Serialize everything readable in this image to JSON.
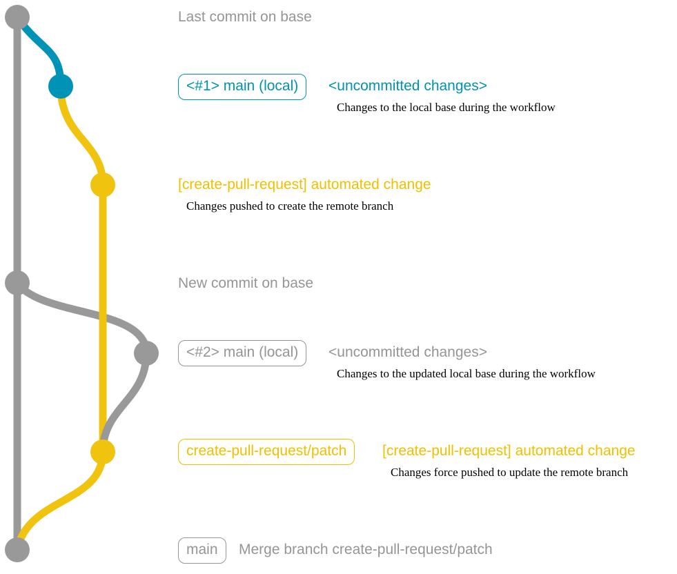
{
  "colors": {
    "base": "#999999",
    "local": "#0093b8",
    "pr_branch": "#f0c30f",
    "text_gray": "#959595",
    "text_blue": "#0092b3",
    "text_yellow": "#f0c000"
  },
  "commits": [
    {
      "id": "c1",
      "message": "Last commit on base",
      "color": "gray"
    },
    {
      "id": "c2",
      "tag": "<#1> main (local)",
      "message": "<uncommitted changes>",
      "description": "Changes to the local base during the workflow",
      "color": "blue"
    },
    {
      "id": "c3",
      "message": "[create-pull-request] automated change",
      "description": "Changes pushed to create the remote branch",
      "color": "yellow"
    },
    {
      "id": "c4",
      "message": "New commit on base",
      "color": "gray"
    },
    {
      "id": "c5",
      "tag": "<#2> main (local)",
      "message": "<uncommitted changes>",
      "description": "Changes to the updated local base during the workflow",
      "color": "gray"
    },
    {
      "id": "c6",
      "tag": "create-pull-request/patch",
      "message": "[create-pull-request] automated change",
      "description": "Changes force pushed to update the remote branch",
      "color": "yellow"
    },
    {
      "id": "c7",
      "tag": "main",
      "message": "Merge branch create-pull-request/patch",
      "color": "gray"
    }
  ]
}
